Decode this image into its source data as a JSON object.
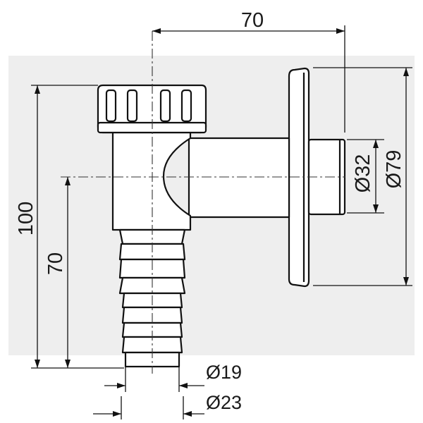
{
  "colors": {
    "background_panel": "#eeeeee",
    "line": "#111111",
    "part_fill": "#ffffff"
  },
  "dimensions": {
    "top_width": "70",
    "flange_diameter": "Ø79",
    "pipe_diameter": "Ø32",
    "total_height": "100",
    "axis_height": "70",
    "hose_inner_diameter": "Ø19",
    "hose_outer_diameter": "Ø23"
  }
}
